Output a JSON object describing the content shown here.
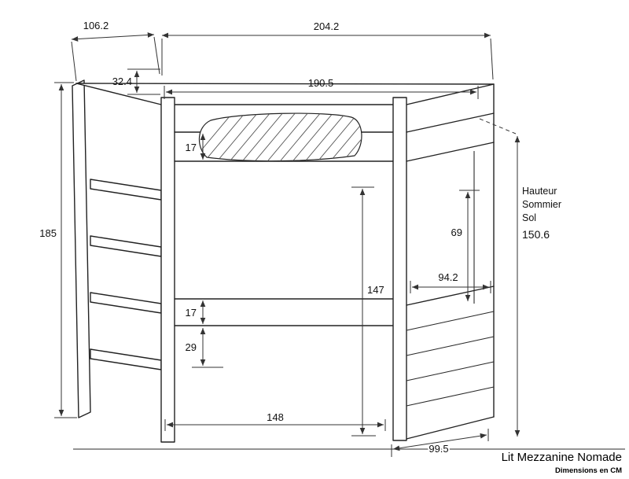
{
  "page": {
    "background": "#ffffff",
    "line_color": "#222222"
  },
  "title_block": {
    "title": "Lit Mezzanine Nomade",
    "subtitle": "Dimensions en CM"
  },
  "dimensions": {
    "top_width": "204.2",
    "top_depth_left": "106.2",
    "headboard_offset": "32.4",
    "inner_length": "190.5",
    "upper_rail": "17",
    "total_height": "185",
    "under_bed_clearance": "147",
    "side_opening": "69",
    "side_depth": "94.2",
    "lower_rail": "17",
    "rail_to_shelf": "29",
    "inner_width_bottom": "148",
    "floor_depth_right": "99.5",
    "sommier_height": "150.6",
    "sommier_caption": {
      "line1": "Hauteur",
      "line2": "Sommier",
      "line3": "Sol"
    }
  }
}
